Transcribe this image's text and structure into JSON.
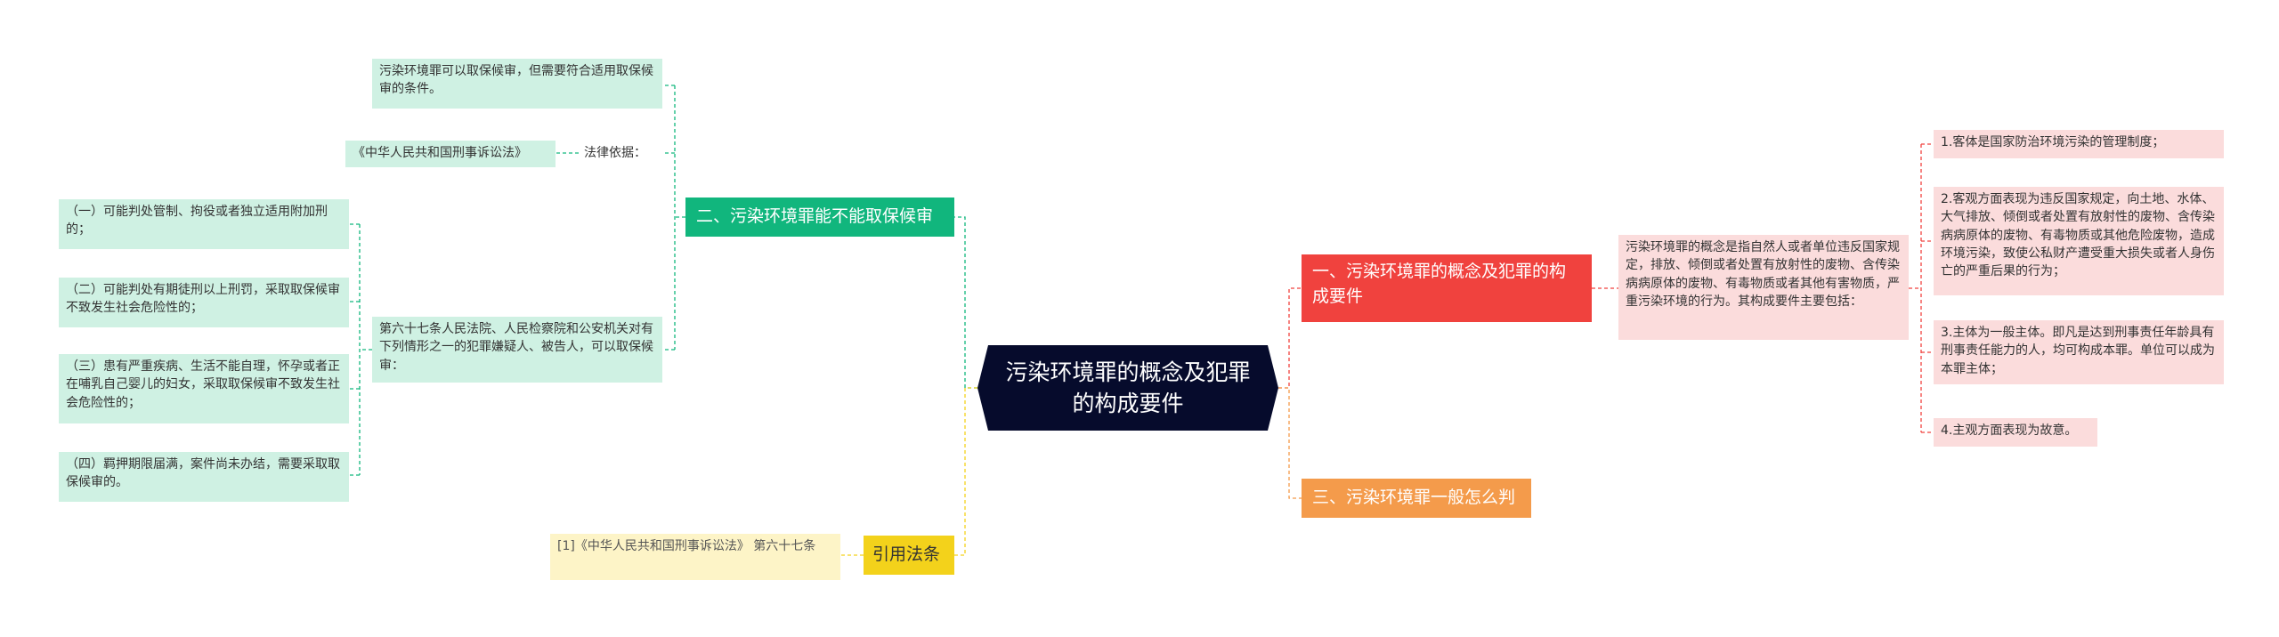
{
  "center": {
    "title": "污染环境罪的概念及犯罪的构成要件"
  },
  "right": {
    "branch1": {
      "title": "一、污染环境罪的概念及犯罪的构成要件",
      "summary": "污染环境罪的概念是指自然人或者单位违反国家规定，排放、倾倒或者处置有放射性的废物、含传染病病原体的废物、有毒物质或者其他有害物质，严重污染环境的行为。其构成要件主要包括：",
      "items": [
        "1.客体是国家防治环境污染的管理制度；",
        "2.客观方面表现为违反国家规定，向土地、水体、大气排放、倾倒或者处置有放射性的废物、含传染病病原体的废物、有毒物质或其他危险废物，造成环境污染，致使公私财产遭受重大损失或者人身伤亡的严重后果的行为；",
        "3.主体为一般主体。即凡是达到刑事责任年龄具有刑事责任能力的人，均可构成本罪。单位可以成为本罪主体；",
        "4.主观方面表现为故意。"
      ]
    },
    "branch3": {
      "title": "三、污染环境罪一般怎么判"
    }
  },
  "left": {
    "branch2": {
      "title": "二、污染环境罪能不能取保候审",
      "note_top": "污染环境罪可以取保候审，但需要符合适用取保候审的条件。",
      "law_basis_label": "法律依据：",
      "law_name": "《中华人民共和国刑事诉讼法》",
      "article": "第六十七条人民法院、人民检察院和公安机关对有下列情形之一的犯罪嫌疑人、被告人，可以取保候审：",
      "conditions": [
        "（一）可能判处管制、拘役或者独立适用附加刑的；",
        "（二）可能判处有期徒刑以上刑罚，采取取保候审不致发生社会危险性的；",
        "（三）患有严重疾病、生活不能自理，怀孕或者正在哺乳自己婴儿的妇女，采取取保候审不致发生社会危险性的；",
        "（四）羁押期限届满，案件尚未办结，需要采取取保候审的。"
      ]
    },
    "citation": {
      "title": "引用法条",
      "ref": "[1]《中华人民共和国刑事诉讼法》 第六十七条"
    }
  },
  "colors": {
    "center": "#060b2c",
    "green": "#11b67d",
    "red": "#f0423e",
    "orange": "#f49b4b",
    "yellow": "#f3d21b",
    "leaf_green": "#cff1e3",
    "leaf_pink": "#fbdcdc",
    "leaf_yellow": "#fdf4c7"
  }
}
